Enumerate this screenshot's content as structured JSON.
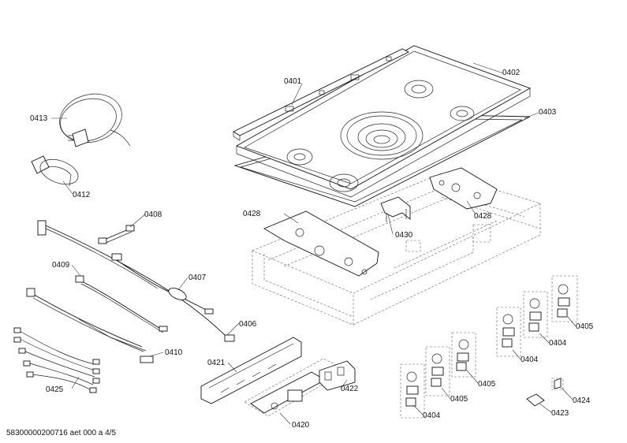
{
  "diagram": {
    "labels": {
      "p0401": "0401",
      "p0402": "0402",
      "p0403": "0403",
      "p0404a": "0404",
      "p0404b": "0404",
      "p0404c": "0404",
      "p0405a": "0405",
      "p0405b": "0405",
      "p0405c": "0405",
      "p0406": "0406",
      "p0407": "0407",
      "p0408": "0408",
      "p0409": "0409",
      "p0410": "0410",
      "p0412": "0412",
      "p0413": "0413",
      "p0420": "0420",
      "p0421": "0421",
      "p0422": "0422",
      "p0423": "0423",
      "p0424": "0424",
      "p0425": "0425",
      "p0428a": "0428",
      "p0428b": "0428",
      "p0430": "0430"
    },
    "footer": "58300000200716 aet 000 a 4/5"
  }
}
